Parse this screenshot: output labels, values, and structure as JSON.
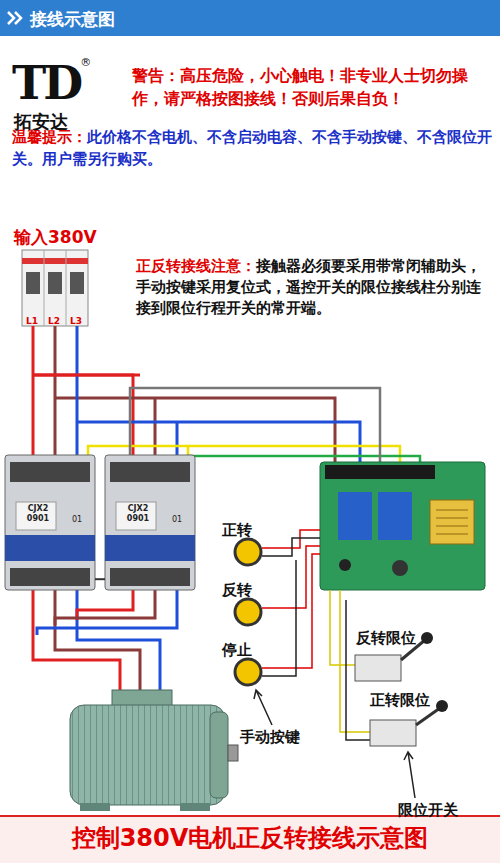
{
  "diagram": {
    "title": "控制380V电机正反转接线示意图",
    "nodes": [
      {
        "text": [
          "CJX2 0901"
        ]
      },
      {
        "text": [
          "CJX2 0901"
        ]
      }
    ],
    "edges": [
      {
        "from": 0,
        "to": 1,
        "arrow": "none"
      }
    ],
    "labels": [
      "接线示意图",
      "TD",
      "®",
      "拓安达",
      "警告：高压危险，小心触电！非专业人士切勿操作，请严格按图接线！否则后果自负！",
      "温馨提示：",
      "此价格不含电机、不含启动电容、不含手动按键、不含限位开关。用户需另行购买。",
      "输入380V",
      "L1",
      "L2",
      "L3",
      "正反转接线注意：",
      "接触器必须要采用带常闭辅助头，手动按键采用复位式，遥控开关的限位接线柱分别连接到限位行程开关的常开端。",
      "正转",
      "反转",
      "停止",
      "反转限位",
      "正转限位",
      "手动按键",
      "限位开关",
      "01",
      "01"
    ]
  }
}
